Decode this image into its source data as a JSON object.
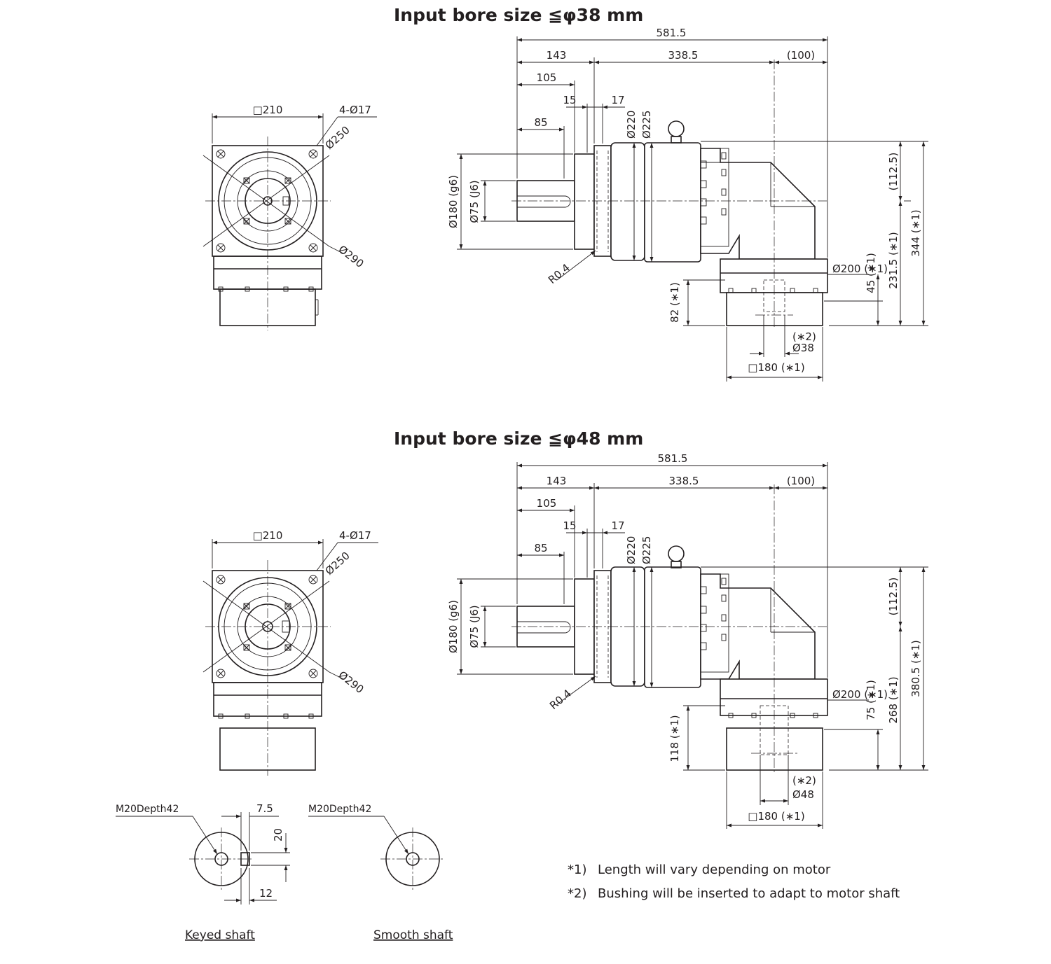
{
  "titles": {
    "top": "Input bore size  ≦φ38 mm",
    "bottom": "Input bore size  ≦φ48 mm"
  },
  "front_view": {
    "square": "□210",
    "holes": "4-Ø17",
    "pcd": "Ø250",
    "outer": "Ø290"
  },
  "top_side": {
    "overall": "581.5",
    "d143": "143",
    "d338": "338.5",
    "d100": "(100)",
    "d105": "105",
    "d15": "15",
    "d17": "17",
    "d85": "85",
    "d220": "Ø220",
    "d225": "Ø225",
    "d180g6": "Ø180 (g6)",
    "d75j6": "Ø75 (J6)",
    "r04": "R0.4",
    "d112": "(112.5)",
    "d344": "344 (∗1)",
    "d231": "231.5 (∗1)",
    "d200": "Ø200 (∗1)",
    "d45": "45 (∗1)",
    "d82": "82 (∗1)",
    "note2": "(∗2)",
    "bore": "Ø38",
    "sq180": "□180 (∗1)"
  },
  "bottom_side": {
    "overall": "581.5",
    "d143": "143",
    "d338": "338.5",
    "d100": "(100)",
    "d105": "105",
    "d15": "15",
    "d17": "17",
    "d85": "85",
    "d220": "Ø220",
    "d225": "Ø225",
    "d180g6": "Ø180 (g6)",
    "d75j6": "Ø75 (J6)",
    "r04": "R0.4",
    "d112": "(112.5)",
    "d380": "380.5 (∗1)",
    "d268": "268 (∗1)",
    "d200": "Ø200 (∗1)",
    "d75": "75 (∗1)",
    "d118": "118 (∗1)",
    "note2": "(∗2)",
    "bore": "Ø48",
    "sq180": "□180 (∗1)"
  },
  "shafts": {
    "keyed_tap": "M20Depth42",
    "smooth_tap": "M20Depth42",
    "key_d75": "7.5",
    "key_d20": "20",
    "key_d12": "12",
    "keyed_label": "Keyed shaft",
    "smooth_label": "Smooth shaft"
  },
  "notes": [
    {
      "mark": "*1)",
      "text": "Length will vary depending on motor"
    },
    {
      "mark": "*2)",
      "text": "Bushing will be inserted to adapt to motor shaft"
    }
  ]
}
